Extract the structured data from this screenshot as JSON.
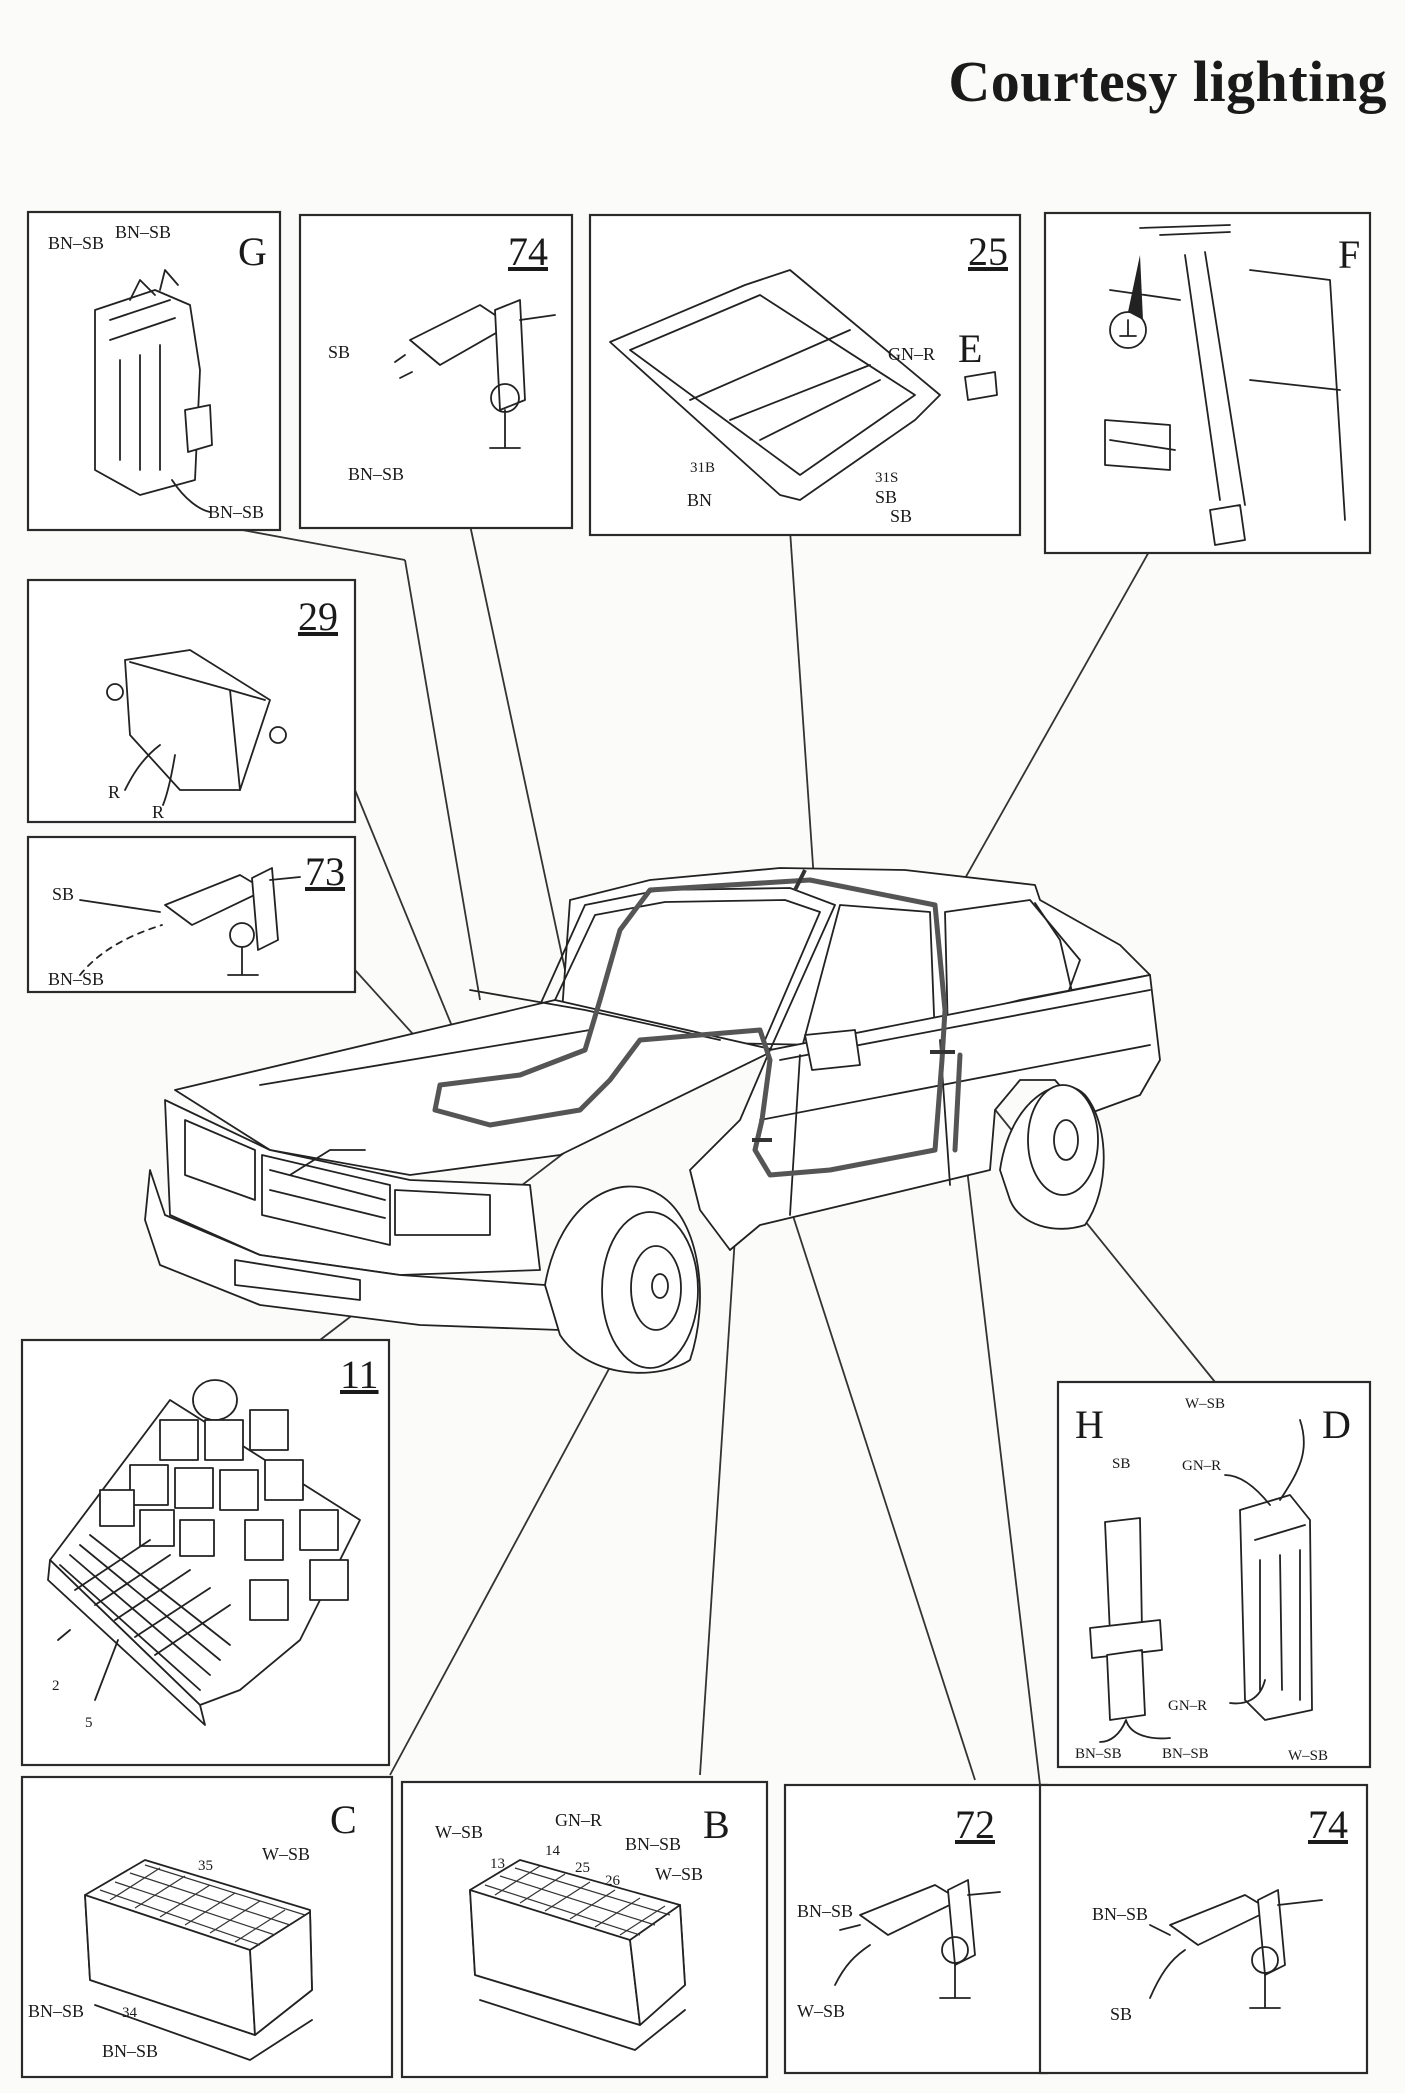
{
  "title": "Courtesy lighting",
  "panels": {
    "G": {
      "id": "G",
      "labels": [
        "BN–SB",
        "BN–SB",
        "BN–SB"
      ]
    },
    "p74a": {
      "id": "74",
      "labels": [
        "SB",
        "BN–SB"
      ]
    },
    "p25": {
      "id": "25",
      "sub_id": "E",
      "labels": [
        "GN–R",
        "31B",
        "BN",
        "31S",
        "SB",
        "SB"
      ]
    },
    "F": {
      "id": "F"
    },
    "p29": {
      "id": "29",
      "labels": [
        "R",
        "R"
      ]
    },
    "p73": {
      "id": "73",
      "labels": [
        "SB",
        "BN–SB"
      ]
    },
    "p11": {
      "id": "11",
      "labels": [
        "2",
        "5"
      ]
    },
    "HD": {
      "id_left": "H",
      "id_right": "D",
      "labels": [
        "W–SB",
        "GN–R",
        "SB",
        "GN–R",
        "BN–SB",
        "BN–SB",
        "W–SB"
      ]
    },
    "C": {
      "id": "C",
      "labels": [
        "35",
        "W–SB",
        "BN–SB",
        "34",
        "BN–SB"
      ]
    },
    "B": {
      "id": "B",
      "labels": [
        "W–SB",
        "GN–R",
        "BN–SB",
        "13",
        "14",
        "25",
        "26",
        "W–SB"
      ]
    },
    "p72": {
      "id": "72",
      "labels": [
        "BN–SB",
        "W–SB"
      ]
    },
    "p74b": {
      "id": "74",
      "labels": [
        "BN–SB",
        "SB"
      ]
    }
  }
}
